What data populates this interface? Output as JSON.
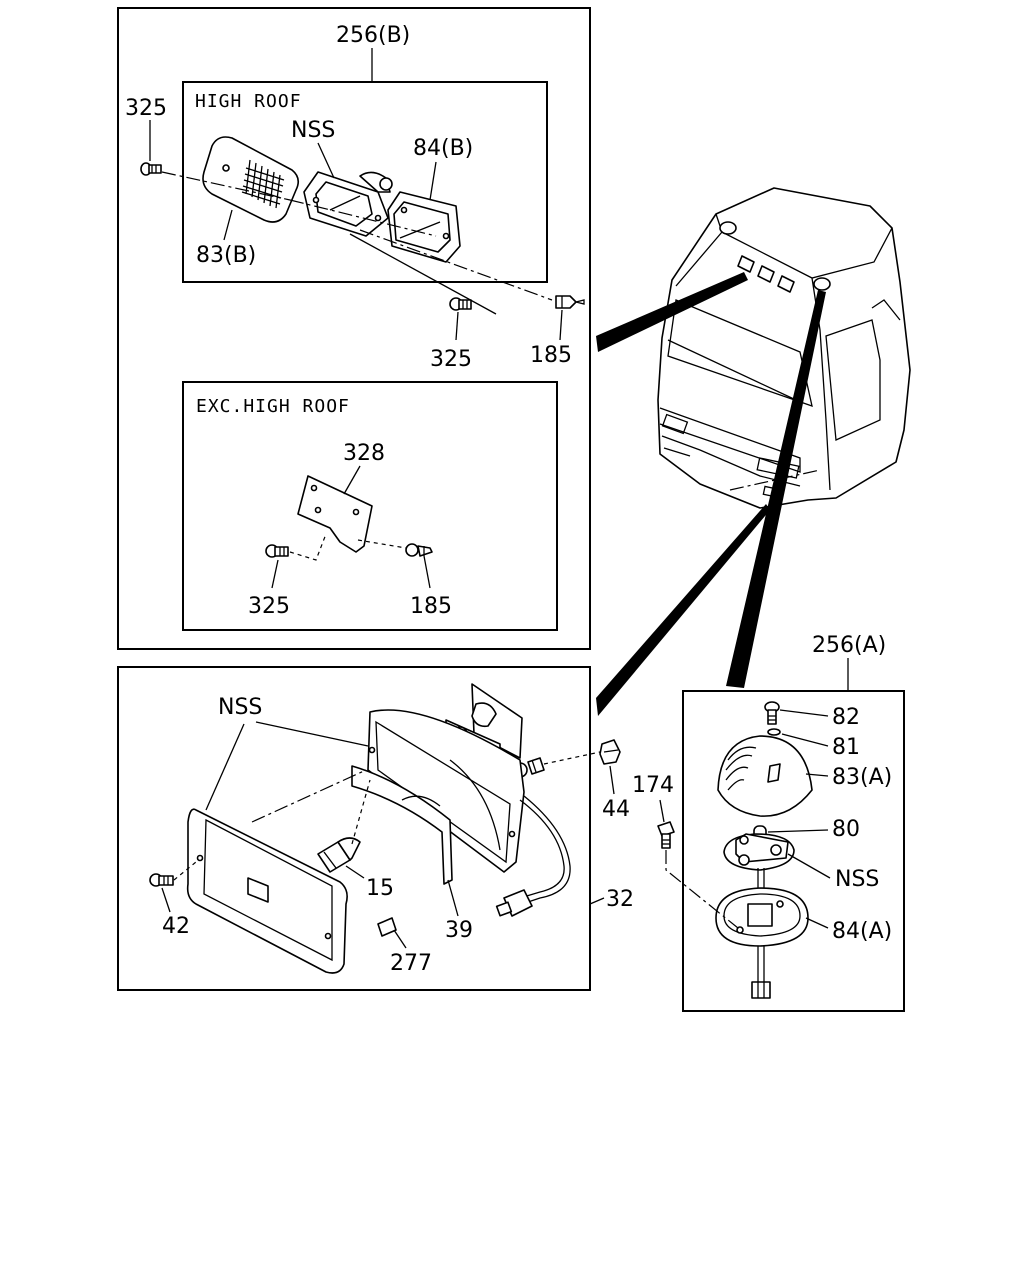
{
  "panels": {
    "roof_lamp_b": {
      "ref": "256(B)",
      "high_roof": {
        "title": "HIGH ROOF",
        "labels": {
          "screw_top": "325",
          "nss": "NSS",
          "bracket": "84(B)",
          "lens": "83(B)"
        }
      },
      "outside_labels": {
        "screw": "325",
        "clip": "185"
      },
      "exc_high_roof": {
        "title": "EXC.HIGH ROOF",
        "labels": {
          "plate": "328",
          "screw": "325",
          "clip": "185"
        }
      }
    },
    "fog_lamp": {
      "ref": "32",
      "labels": {
        "nss": "NSS",
        "screw": "42",
        "bulb": "15",
        "cover": "39",
        "pad": "277",
        "nut": "44"
      }
    },
    "roof_lamp_a": {
      "ref": "256(A)",
      "labels": {
        "screw": "82",
        "washer": "81",
        "lens": "83(A)",
        "bulb": "80",
        "nss": "NSS",
        "base": "84(A)",
        "screw_outside": "174"
      }
    }
  }
}
